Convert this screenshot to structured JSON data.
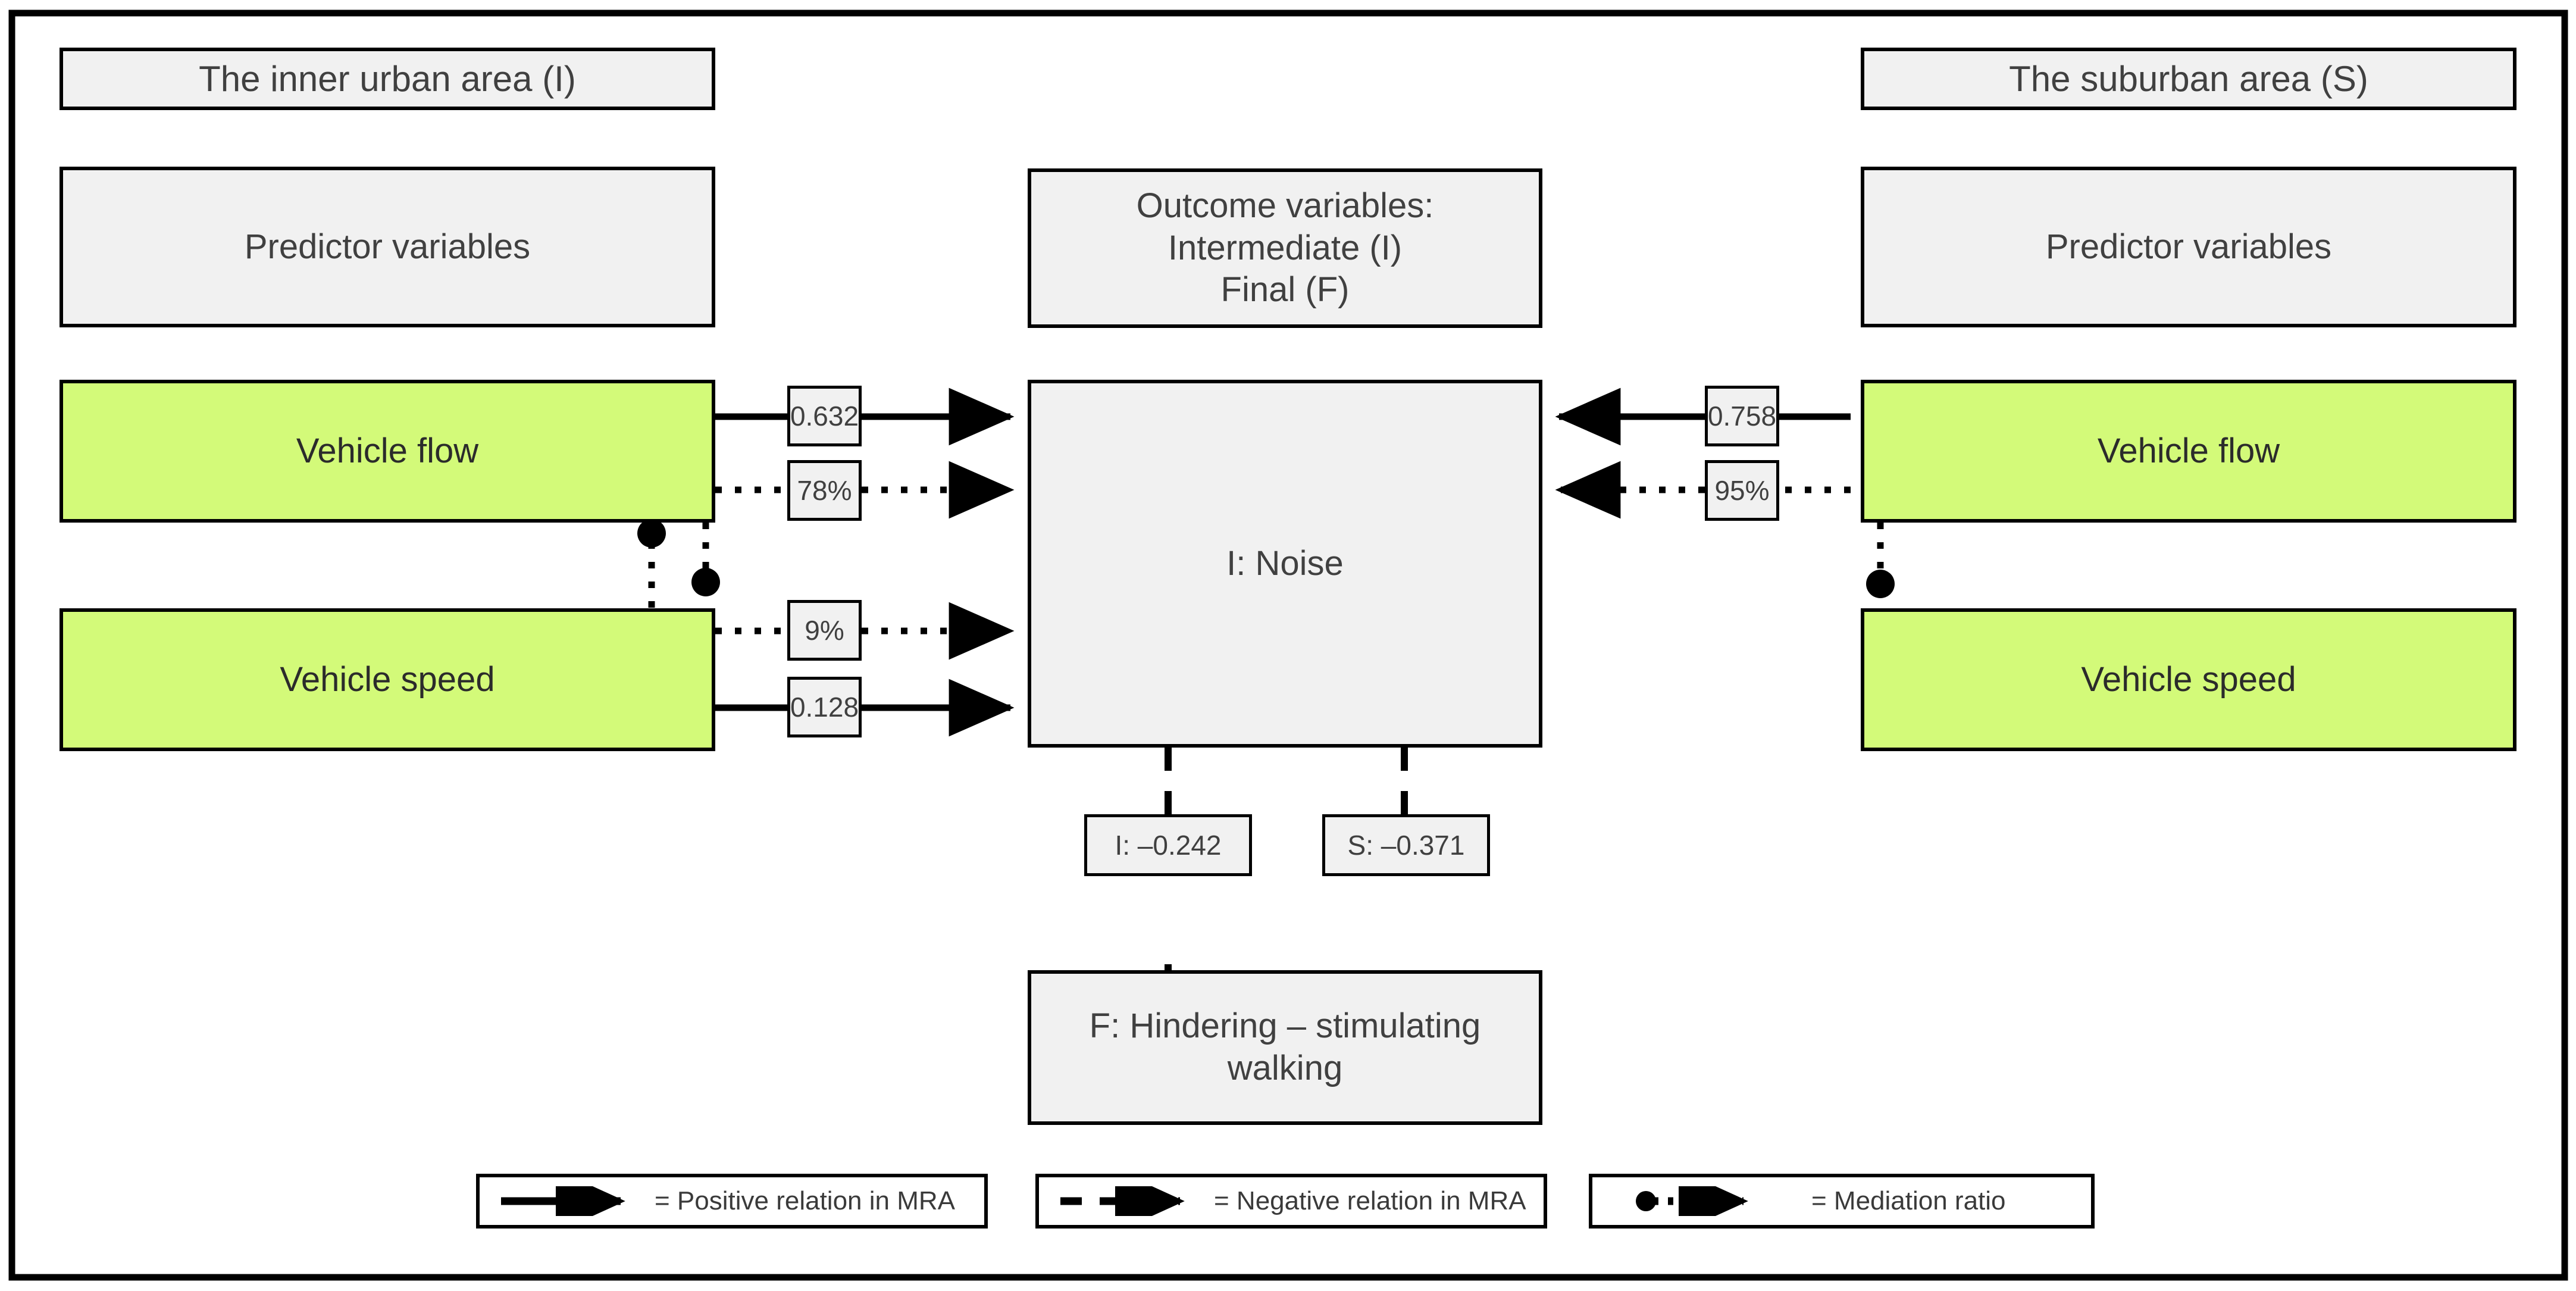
{
  "diagram": {
    "title_left": "The inner urban area (I)",
    "title_right": "The suburban area (S)",
    "predictor_left": "Predictor variables",
    "predictor_right": "Predictor variables",
    "outcome_header": "Outcome variables:\nIntermediate (I)\nFinal (F)",
    "left_nodes": [
      {
        "label": "Vehicle flow"
      },
      {
        "label": "Vehicle speed"
      }
    ],
    "right_nodes": [
      {
        "label": "Vehicle flow"
      },
      {
        "label": "Vehicle speed"
      }
    ],
    "intermediate_outcome": "I: Noise",
    "final_outcome": "F: Hindering – stimulating walking",
    "edge_labels": {
      "left_flow_positive": "0.632",
      "left_flow_mediation": "78%",
      "left_speed_mediation": "9%",
      "left_speed_positive": "0.128",
      "right_flow_positive": "0.758",
      "right_flow_mediation": "95%",
      "noise_to_final_inner": "I: –0.242",
      "noise_to_final_suburban": "S: –0.371"
    },
    "legend": [
      {
        "glyph": "solid-arrow-icon",
        "text": "= Positive relation in MRA"
      },
      {
        "glyph": "dashed-arrow-icon",
        "text": "= Negative relation in MRA"
      },
      {
        "glyph": "dotted-dot-arrow-icon",
        "text": "= Mediation ratio"
      }
    ],
    "colors": {
      "predictor_fill": "#D3FA79",
      "box_fill": "#F1F1F1",
      "stroke": "#000000",
      "text": "#404040",
      "page_background": "#FFFFFF"
    }
  },
  "chart_data": {
    "type": "diagram",
    "title": "Mediation model: vehicle flow/speed → noise → hindering-stimulating walking",
    "groups": [
      "The inner urban area (I)",
      "The suburban area (S)"
    ],
    "nodes": [
      {
        "id": "I_flow",
        "label": "Vehicle flow",
        "role": "predictor",
        "group": "I"
      },
      {
        "id": "I_speed",
        "label": "Vehicle speed",
        "role": "predictor",
        "group": "I"
      },
      {
        "id": "S_flow",
        "label": "Vehicle flow",
        "role": "predictor",
        "group": "S"
      },
      {
        "id": "S_speed",
        "label": "Vehicle speed",
        "role": "predictor",
        "group": "S"
      },
      {
        "id": "noise",
        "label": "I: Noise",
        "role": "intermediate-outcome"
      },
      {
        "id": "walking",
        "label": "F: Hindering – stimulating walking",
        "role": "final-outcome"
      }
    ],
    "edges": [
      {
        "from": "I_flow",
        "to": "noise",
        "value": 0.632,
        "label": "0.632",
        "relation": "positive",
        "style": "solid"
      },
      {
        "from": "I_flow",
        "to": "noise",
        "value": 78,
        "label": "78%",
        "relation": "mediation-ratio",
        "style": "dotted"
      },
      {
        "from": "I_speed",
        "to": "noise",
        "value": 9,
        "label": "9%",
        "relation": "mediation-ratio",
        "style": "dotted"
      },
      {
        "from": "I_speed",
        "to": "noise",
        "value": 0.128,
        "label": "0.128",
        "relation": "positive",
        "style": "solid"
      },
      {
        "from": "S_flow",
        "to": "noise",
        "value": 0.758,
        "label": "0.758",
        "relation": "positive",
        "style": "solid"
      },
      {
        "from": "S_flow",
        "to": "noise",
        "value": 95,
        "label": "95%",
        "relation": "mediation-ratio",
        "style": "dotted"
      },
      {
        "from": "noise",
        "to": "walking",
        "value": -0.242,
        "label": "I: –0.242",
        "relation": "negative",
        "style": "dashed"
      },
      {
        "from": "noise",
        "to": "walking",
        "value": -0.371,
        "label": "S: –0.371",
        "relation": "negative",
        "style": "dashed"
      }
    ],
    "legend": [
      "= Positive relation in MRA",
      "= Negative relation in MRA",
      "= Mediation ratio"
    ]
  }
}
